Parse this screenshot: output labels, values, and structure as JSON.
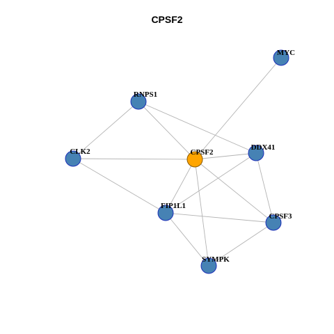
{
  "title": "CPSF2",
  "colors": {
    "center_node": "#FFA500",
    "center_stroke": "#8B5A00",
    "node": "#4682B4",
    "node_stroke": "#1C2FB8",
    "edge": "#B3B3B3"
  },
  "nodes": [
    {
      "id": "CPSF2",
      "label": "CPSF2",
      "center": true
    },
    {
      "id": "MYC",
      "label": "MYC"
    },
    {
      "id": "RNPS1",
      "label": "RNPS1"
    },
    {
      "id": "CLK2",
      "label": "CLK2"
    },
    {
      "id": "DDX41",
      "label": "DDX41"
    },
    {
      "id": "FIP1L1",
      "label": "FIP1L1"
    },
    {
      "id": "CPSF3",
      "label": "CPSF3"
    },
    {
      "id": "SYMPK",
      "label": "SYMPK"
    }
  ],
  "edges": [
    [
      "CPSF2",
      "MYC"
    ],
    [
      "CPSF2",
      "RNPS1"
    ],
    [
      "CPSF2",
      "CLK2"
    ],
    [
      "CPSF2",
      "DDX41"
    ],
    [
      "CPSF2",
      "FIP1L1"
    ],
    [
      "CPSF2",
      "CPSF3"
    ],
    [
      "CPSF2",
      "SYMPK"
    ],
    [
      "RNPS1",
      "CLK2"
    ],
    [
      "RNPS1",
      "DDX41"
    ],
    [
      "CLK2",
      "FIP1L1"
    ],
    [
      "DDX41",
      "FIP1L1"
    ],
    [
      "DDX41",
      "CPSF3"
    ],
    [
      "FIP1L1",
      "CPSF3"
    ],
    [
      "FIP1L1",
      "SYMPK"
    ],
    [
      "CPSF3",
      "SYMPK"
    ]
  ]
}
